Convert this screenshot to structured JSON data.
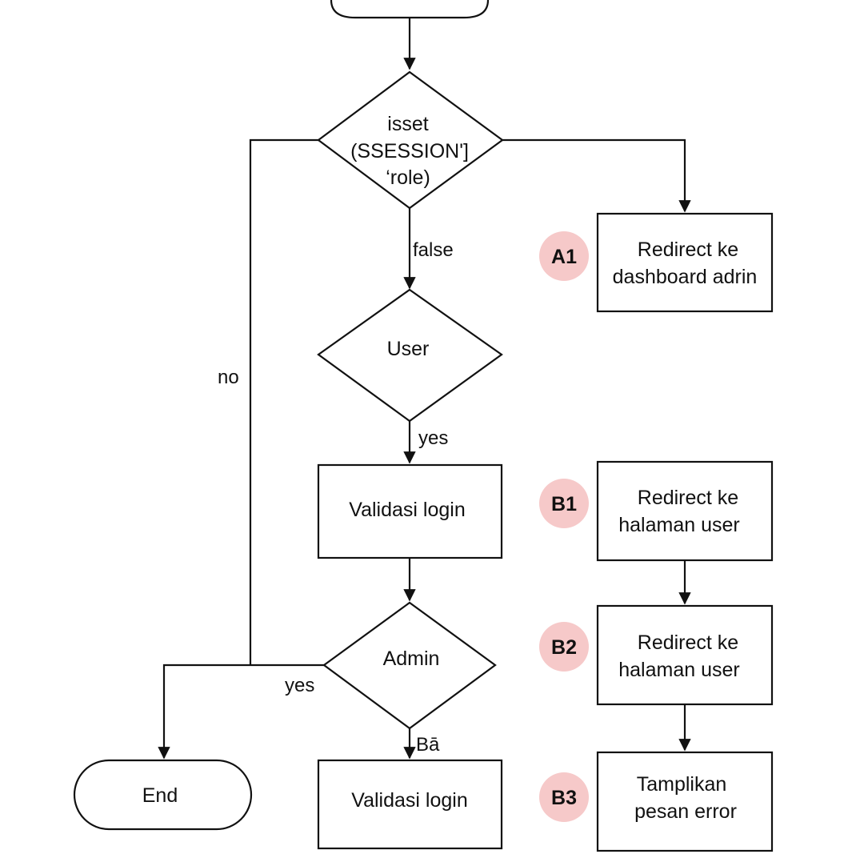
{
  "diagram": {
    "colors": {
      "stroke": "#111111",
      "badge": "#f6c9c9",
      "background": "#ffffff"
    },
    "nodes": {
      "check_session": {
        "lines": [
          "isset",
          "(SSESSION']",
          "‘role)"
        ]
      },
      "user_check": {
        "lines": [
          "User"
        ]
      },
      "validate_1": {
        "lines": [
          "Validasi login"
        ]
      },
      "admin_check": {
        "lines": [
          "Admin"
        ]
      },
      "validate_2": {
        "lines": [
          "Validasi login"
        ]
      },
      "end": {
        "lines": [
          "End"
        ]
      },
      "redirect_admin": {
        "lines": [
          "Redirect ke",
          "dashboard adrin"
        ]
      },
      "redirect_user_1": {
        "lines": [
          "Redirect ke",
          "halaman user"
        ]
      },
      "redirect_user_2": {
        "lines": [
          "Redirect ke",
          "halaman user"
        ]
      },
      "show_error": {
        "lines": [
          "Tamplikan",
          "pesan error"
        ]
      }
    },
    "badges": {
      "a1": "A1",
      "b1": "B1",
      "b2": "B2",
      "b3": "B3"
    },
    "edge_labels": {
      "false": "false",
      "no": "no",
      "yes_user": "yes",
      "yes_admin": "yes",
      "ba": "Bā"
    }
  }
}
